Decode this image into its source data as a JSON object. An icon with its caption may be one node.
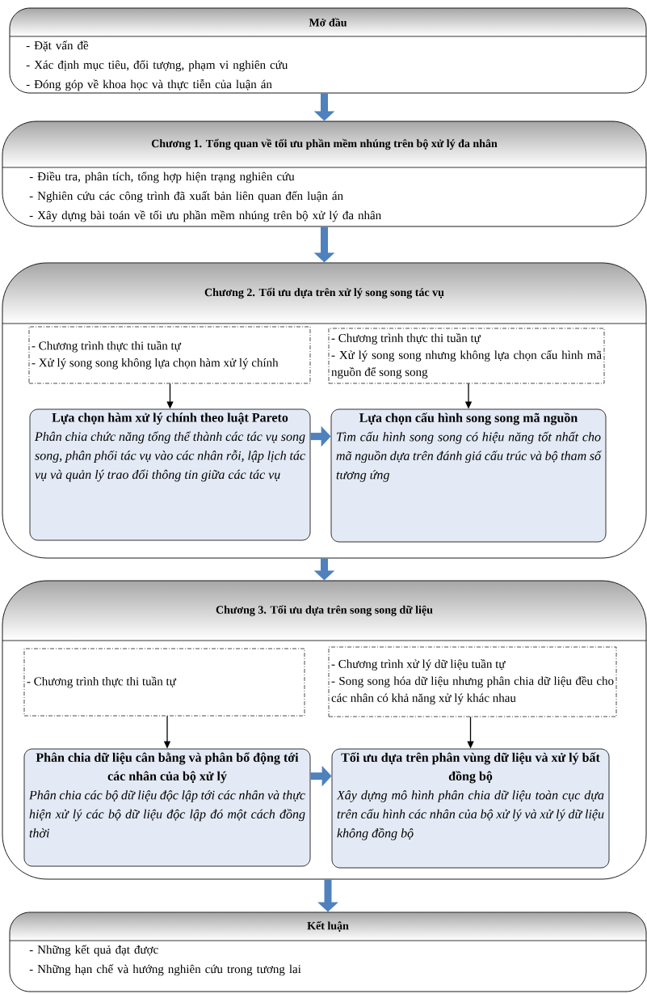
{
  "diagram": {
    "nodes": [
      {
        "text": [
          "Mở đầu",
          "- Đặt vấn đề",
          "- Xác định mục tiêu, đối tượng, phạm vi nghiên cứu",
          "- Đóng góp về khoa học và thực tiễn của luận án"
        ]
      },
      {
        "text": [
          "Chương 1. Tổng quan về tối ưu phần mềm nhúng trên bộ xử lý đa nhân",
          "- Điều tra, phân tích, tổng hợp hiện trạng nghiên cứu",
          "- Nghiên cứu các công trình đã xuất bản liên quan đến luận án",
          "- Xây dựng bài toán về tối ưu phần mềm nhúng trên bộ xử lý đa nhân"
        ]
      },
      {
        "text": [
          "Chương 2. Tối ưu dựa trên xử lý song song tác vụ"
        ]
      },
      {
        "text": [
          "- Chương trình thực thi tuần tự",
          "- Xử lý song song không lựa chọn hàm xử lý chính"
        ],
        "in": 2
      },
      {
        "text": [
          "- Chương trình thực thi tuần tự",
          "- Xử lý song song nhưng không lựa chọn cấu hình mã nguồn để song song"
        ],
        "in": 2
      },
      {
        "text": [
          "Lựa chọn hàm xử lý chính theo luật Pareto",
          "Phân chia chức năng tổng thể thành các tác vụ song song, phân phối tác vụ vào các nhân rỗi, lập lịch tác vụ và quản lý trao đổi thông tin giữa các tác vụ"
        ],
        "in": 2
      },
      {
        "text": [
          "Lựa chọn cấu hình song song mã nguồn",
          "Tìm cấu hình song song có hiệu năng tốt nhất cho mã nguồn dựa trên đánh giá cấu trúc và bộ tham số tương ứng"
        ],
        "in": 2
      },
      {
        "text": [
          "Chương 3. Tối ưu dựa trên song song dữ liệu"
        ]
      },
      {
        "text": [
          "- Chương trình thực thi tuần tự"
        ],
        "in": 7
      },
      {
        "text": [
          "- Chương trình xử lý dữ liệu tuần tự",
          "- Song song hóa dữ liệu nhưng phân chia dữ liệu đều cho các nhân có khả năng xử lý khác nhau"
        ],
        "in": 7
      },
      {
        "text": [
          "Phân chia dữ liệu cân bằng và phân bổ động tới các nhân của bộ xử lý",
          "Phân chia các bộ dữ liệu độc lập tới các nhân và thực hiện xử lý các bộ dữ liệu độc lập đó một cách đồng thời"
        ],
        "in": 7
      },
      {
        "text": [
          "Tối ưu dựa trên phân vùng dữ liệu và xử lý bất đồng bộ",
          "Xây dựng mô hình phân chia dữ liệu toàn cục dựa trên cấu hình các nhân của bộ xử lý và xử lý dữ liệu không đồng bộ"
        ],
        "in": 7
      },
      {
        "text": [
          "Kết luận",
          "- Những kết quả đạt được",
          "- Những hạn chế và hướng nghiên cứu trong tương lai"
        ]
      }
    ],
    "edges": [
      {
        "from": 0,
        "to": 1,
        "arrow": "to"
      },
      {
        "from": 1,
        "to": 2,
        "arrow": "to"
      },
      {
        "from": 3,
        "to": 5,
        "arrow": "to",
        "color": "#000000"
      },
      {
        "from": 4,
        "to": 6,
        "arrow": "to",
        "color": "#000000"
      },
      {
        "from": 5,
        "to": 6,
        "arrow": "to"
      },
      {
        "from": 2,
        "to": 7,
        "arrow": "to"
      },
      {
        "from": 8,
        "to": 10,
        "arrow": "to",
        "color": "#000000"
      },
      {
        "from": 9,
        "to": 11,
        "arrow": "to",
        "color": "#000000"
      },
      {
        "from": 10,
        "to": 11,
        "arrow": "to"
      },
      {
        "from": 7,
        "to": 12,
        "arrow": "to"
      }
    ]
  }
}
